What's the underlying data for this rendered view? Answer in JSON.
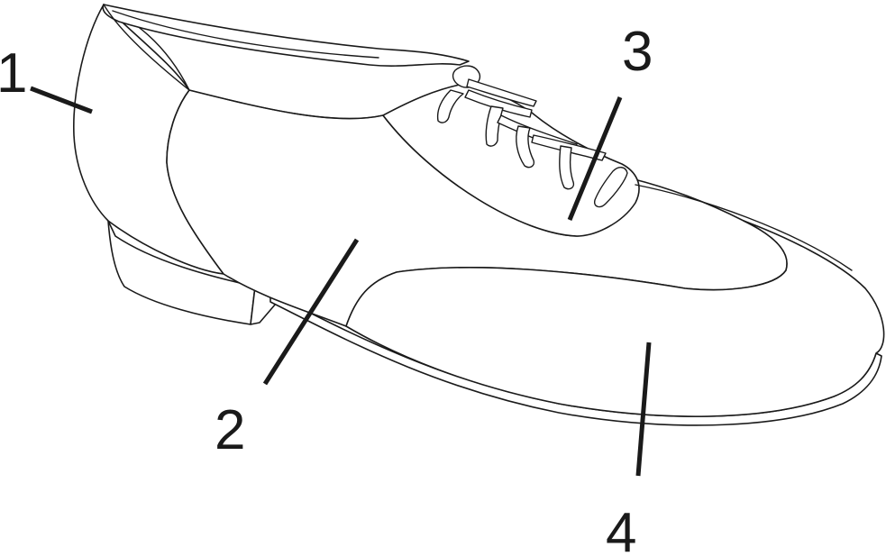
{
  "diagram": {
    "callouts": [
      {
        "id": "1",
        "label": "1"
      },
      {
        "id": "2",
        "label": "2"
      },
      {
        "id": "3",
        "label": "3"
      },
      {
        "id": "4",
        "label": "4"
      }
    ],
    "colors": {
      "stroke": "#1a1a1a",
      "fill": "#ffffff",
      "background": "#ffffff"
    }
  }
}
